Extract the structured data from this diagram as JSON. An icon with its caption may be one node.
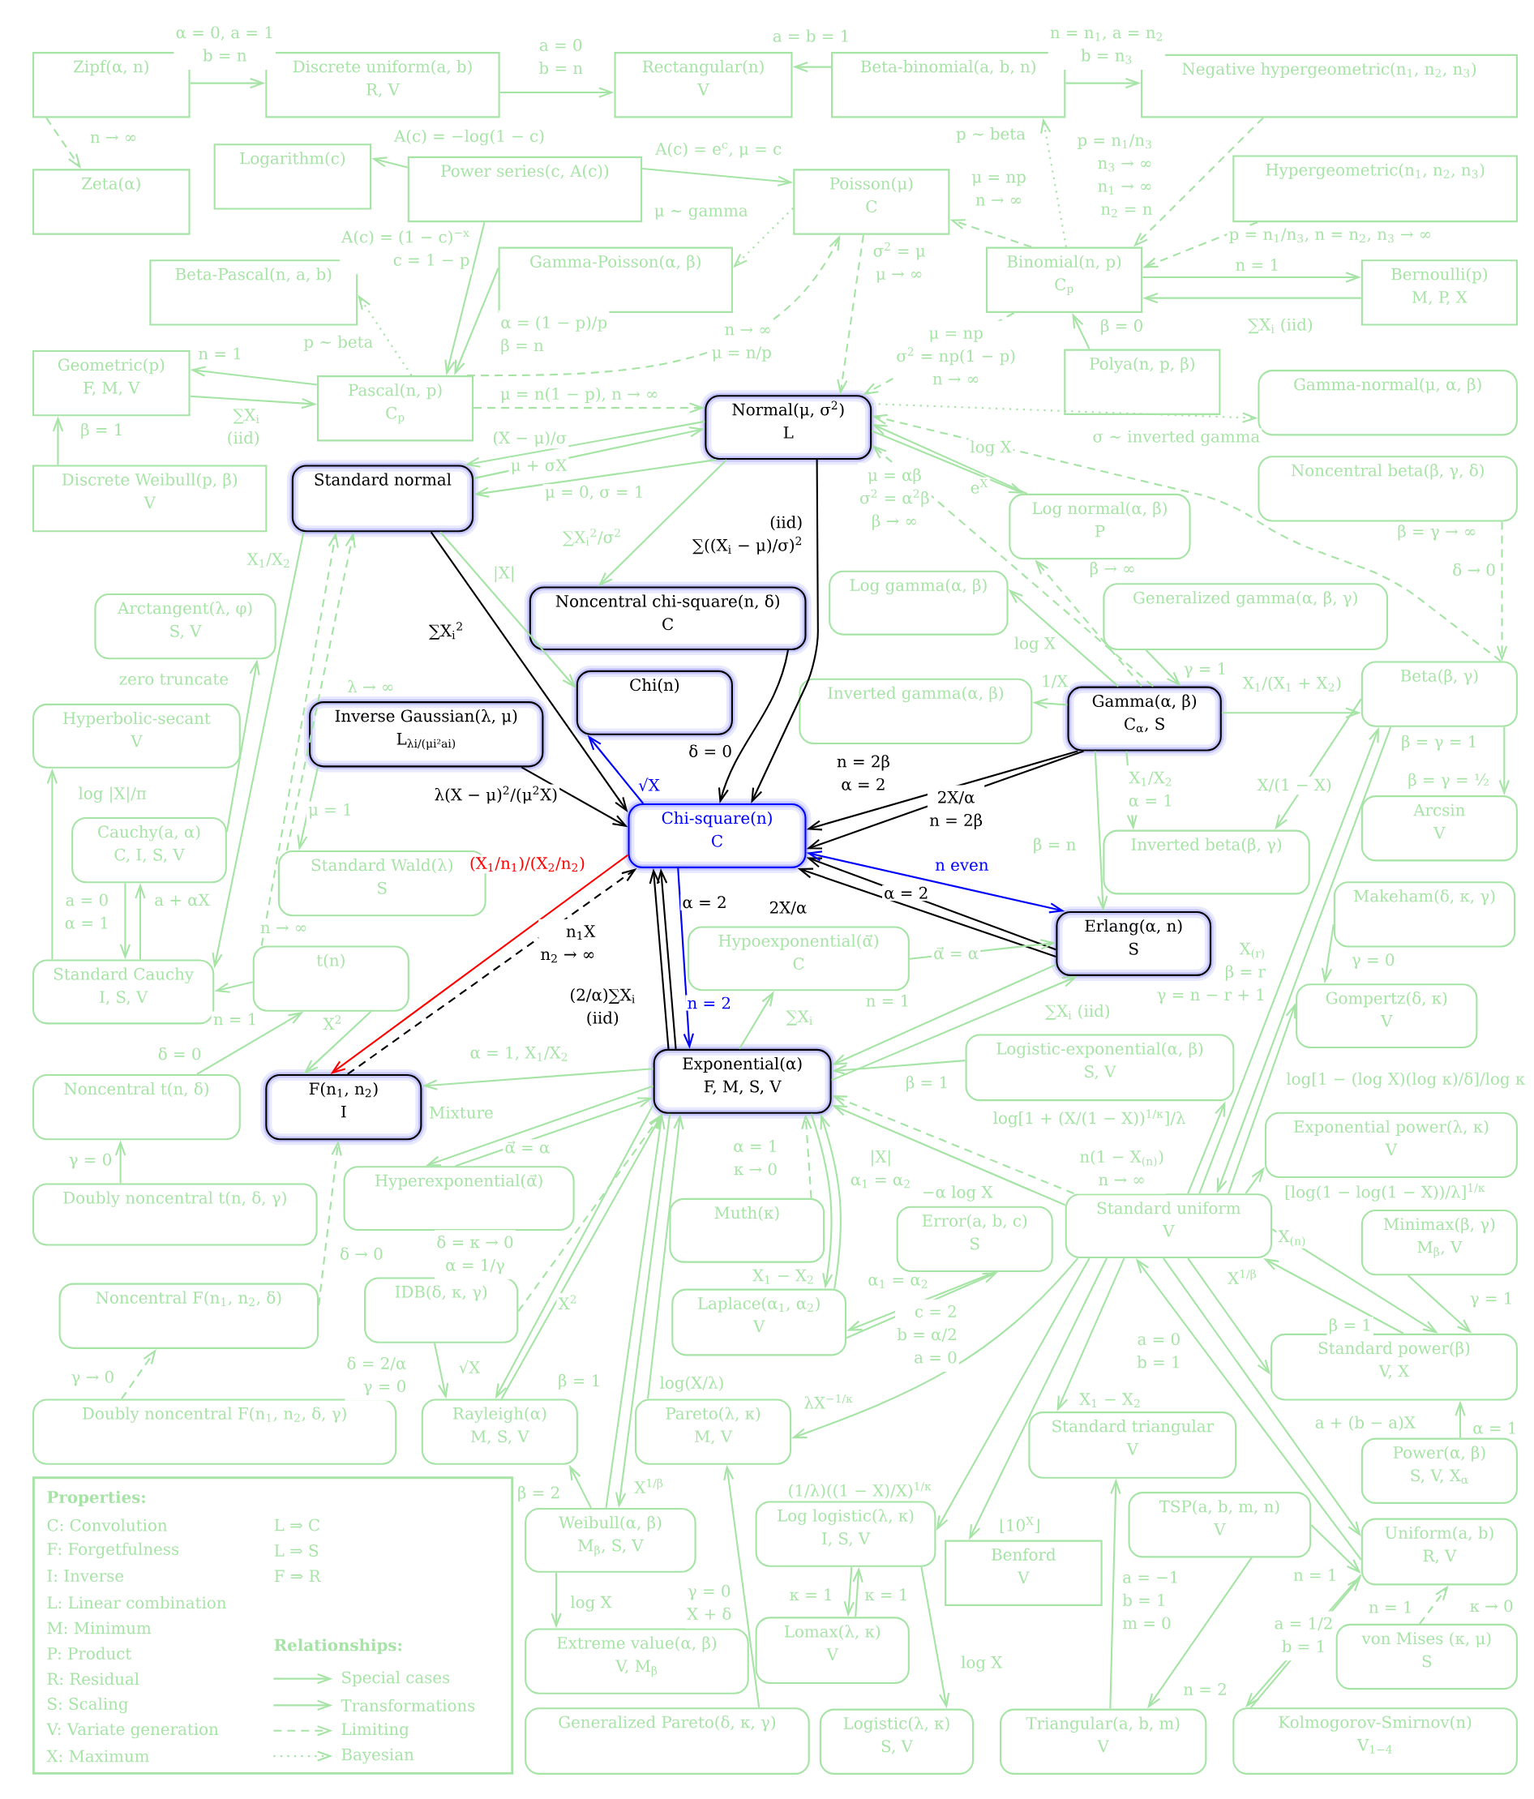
{
  "diagram": {
    "nodes": [
      {
        "text": [
          "Zipf(α, n)"
        ]
      },
      {
        "text": [
          "Discrete uniform(a, b)",
          "R, V"
        ]
      },
      {
        "text": [
          "Rectangular(n)",
          "V"
        ]
      },
      {
        "text": [
          "Beta-binomial(a, b, n)"
        ]
      },
      {
        "text": [
          "Negative hypergeometric(n$_{1}$, n$_{2}$, n$_{3}$)"
        ]
      },
      {
        "text": [
          "Zeta(α)"
        ]
      },
      {
        "text": [
          "Logarithm(c)"
        ]
      },
      {
        "text": [
          "Power series(c, A(c))"
        ]
      },
      {
        "text": [
          "Poisson(μ)",
          "C"
        ]
      },
      {
        "text": [
          "Hypergeometric(n$_{1}$, n$_{2}$, n$_{3}$)"
        ]
      },
      {
        "text": [
          "Beta-Pascal(n, a, b)"
        ]
      },
      {
        "text": [
          "Gamma-Poisson(α, β)"
        ]
      },
      {
        "text": [
          "Binomial(n, p)",
          "C$_{p}$"
        ]
      },
      {
        "text": [
          "Bernoulli(p)",
          "M, P, X"
        ]
      },
      {
        "text": [
          "Geometric(p)",
          "F, M, V"
        ]
      },
      {
        "text": [
          "Pascal(n, p)",
          "C$_{p}$"
        ]
      },
      {
        "text": [
          "Polya(n, p, β)"
        ]
      },
      {
        "text": [
          "Normal(μ, σ$^{2}$)",
          "L"
        ]
      },
      {
        "text": [
          "Gamma-normal(μ, α, β)"
        ]
      },
      {
        "text": [
          "Standard normal"
        ]
      },
      {
        "text": [
          "Discrete Weibull(p, β)",
          "V"
        ]
      },
      {
        "text": [
          "Noncentral beta(β, γ, δ)"
        ]
      },
      {
        "text": [
          "Log normal(α, β)",
          "P"
        ]
      },
      {
        "text": [
          "Log gamma(α, β)"
        ]
      },
      {
        "text": [
          "Generalized gamma(α, β, γ)"
        ]
      },
      {
        "text": [
          "Noncentral chi-square(n, δ)",
          "C"
        ]
      },
      {
        "text": [
          "Arctangent(λ, φ)",
          "S, V"
        ]
      },
      {
        "text": [
          "Chi(n)"
        ]
      },
      {
        "text": [
          "Inverse Gaussian(λ, μ)",
          "L$_{λi/(μi²ai)}$"
        ]
      },
      {
        "text": [
          "Inverted gamma(α, β)"
        ]
      },
      {
        "text": [
          "Gamma(α, β)",
          "C$_{α}$, S"
        ]
      },
      {
        "text": [
          "Beta(β, γ)"
        ]
      },
      {
        "text": [
          "Hyperbolic-secant",
          "V"
        ]
      },
      {
        "text": [
          "Chi-square(n)",
          "C"
        ]
      },
      {
        "text": [
          "Arcsin",
          "V"
        ]
      },
      {
        "text": [
          "Cauchy(a, α)",
          "C, I, S, V"
        ]
      },
      {
        "text": [
          "Standard Wald(λ)",
          "S"
        ]
      },
      {
        "text": [
          "Inverted beta(β, γ)"
        ]
      },
      {
        "text": [
          "Makeham(δ, κ, γ)"
        ]
      },
      {
        "text": [
          "Erlang(α, n)",
          "S"
        ]
      },
      {
        "text": [
          "Hypoexponential(α⃗)",
          "C"
        ]
      },
      {
        "text": [
          "Standard Cauchy",
          "I, S, V"
        ]
      },
      {
        "text": [
          "t(n)"
        ]
      },
      {
        "text": [
          "Gompertz(δ, κ)",
          "V"
        ]
      },
      {
        "text": [
          "Logistic-exponential(α, β)",
          "S, V"
        ]
      },
      {
        "text": [
          "Exponential(α)",
          "F, M, S, V"
        ]
      },
      {
        "text": [
          "F(n$_{1}$, n$_{2}$)",
          "I"
        ]
      },
      {
        "text": [
          "Noncentral t(n, δ)"
        ]
      },
      {
        "text": [
          "Exponential power(λ, κ)",
          "V"
        ]
      },
      {
        "text": [
          "Hyperexponential(α⃗)"
        ]
      },
      {
        "text": [
          "Doubly noncentral t(n, δ, γ)"
        ]
      },
      {
        "text": [
          "Muth(κ)"
        ]
      },
      {
        "text": [
          "Standard uniform",
          "V"
        ]
      },
      {
        "text": [
          "Minimax(β, γ)",
          "M$_{β}$, V"
        ]
      },
      {
        "text": [
          "Error(a, b, c)",
          "S"
        ]
      },
      {
        "text": [
          "Noncentral F(n$_{1}$, n$_{2}$, δ)"
        ]
      },
      {
        "text": [
          "IDB(δ, κ, γ)"
        ]
      },
      {
        "text": [
          "Laplace(α$_{1}$, α$_{2}$)",
          "V"
        ]
      },
      {
        "text": [
          "Standard power(β)",
          "V, X"
        ]
      },
      {
        "text": [
          "Doubly noncentral F(n$_{1}$, n$_{2}$, δ, γ)"
        ]
      },
      {
        "text": [
          "Rayleigh(α)",
          "M, S, V"
        ]
      },
      {
        "text": [
          "Pareto(λ, κ)",
          "M, V"
        ]
      },
      {
        "text": [
          "Standard triangular",
          "V"
        ]
      },
      {
        "text": [
          "Power(α, β)",
          "S, V, X$_{α}$"
        ]
      },
      {
        "text": [
          "TSP(a, b, m, n)",
          "V"
        ]
      },
      {
        "text": [
          "Weibull(α, β)",
          "M$_{β}$, S, V"
        ]
      },
      {
        "text": [
          "Log logistic(λ, κ)",
          "I, S, V"
        ]
      },
      {
        "text": [
          "Benford",
          "V"
        ]
      },
      {
        "text": [
          "Uniform(a, b)",
          "R, V"
        ]
      },
      {
        "text": [
          "Extreme value(α, β)",
          "V, M$_{β}$"
        ]
      },
      {
        "text": [
          "Lomax(λ, κ)",
          "V"
        ]
      },
      {
        "text": [
          "von Mises (κ, μ)",
          "S"
        ]
      },
      {
        "text": [
          "Generalized Pareto(δ, κ, γ)"
        ]
      },
      {
        "text": [
          "Logistic(λ, κ)",
          "S, V"
        ]
      },
      {
        "text": [
          "Triangular(a, b, m)",
          "V"
        ]
      },
      {
        "text": [
          "Kolmogorov-Smirnov(n)",
          "V$_{1−4}$"
        ]
      }
    ],
    "edges": [
      {
        "from": 0,
        "to": 1,
        "arrow": "to",
        "label": "α = 0, a = 1 b = n"
      },
      {
        "from": 0,
        "to": 5,
        "arrow": "to",
        "label": "n → ∞",
        "style": "dashed"
      },
      {
        "from": 1,
        "to": 2,
        "arrow": "to",
        "label": "a = 0 b = n"
      },
      {
        "from": 3,
        "to": 2,
        "arrow": "to",
        "label": "a = b = 1"
      },
      {
        "from": 3,
        "to": 4,
        "arrow": "to",
        "label": "n = n$_{1}$, a = n$_{2}$ b = n$_{3}$"
      },
      {
        "from": 7,
        "to": 6,
        "arrow": "to",
        "label": "A(c) = −log(1 − c)"
      },
      {
        "from": 7,
        "to": 8,
        "arrow": "to",
        "label": "A(c) = e$^{c}$, μ = c"
      },
      {
        "from": 7,
        "to": 15,
        "arrow": "to",
        "label": "A(c) = (1 − c)$^{−x}$ c = 1 − p"
      },
      {
        "from": 8,
        "to": 11,
        "arrow": "to",
        "label": "μ ∼ gamma",
        "style": "dashed"
      },
      {
        "from": 11,
        "to": 15,
        "arrow": "to",
        "label": "α = (1 − p)/p β = n"
      },
      {
        "from": 15,
        "to": 10,
        "arrow": "to",
        "label": "p ∼ beta",
        "style": "dashed"
      },
      {
        "from": 15,
        "to": 14,
        "arrow": "to",
        "label": "n = 1"
      },
      {
        "from": 14,
        "to": 15,
        "arrow": "to",
        "label": "∑X$_{i}$ (iid)"
      },
      {
        "from": 15,
        "to": 8,
        "arrow": "to",
        "label": "n → ∞ μ = n/p",
        "style": "dashed"
      },
      {
        "from": 15,
        "to": 17,
        "arrow": "to",
        "label": "μ = n(1 − p), n → ∞",
        "style": "dashed"
      },
      {
        "from": 20,
        "to": 14,
        "arrow": "to",
        "label": "β = 1"
      },
      {
        "from": 12,
        "to": 3,
        "arrow": "to",
        "label": "p ∼ beta",
        "style": "dashed"
      },
      {
        "from": 4,
        "to": 12,
        "arrow": "to",
        "label": "p = n$_{1}$/n$_{3}$ n$_{3}$ → ∞ n$_{1}$ → ∞ n$_{2}$ = n",
        "style": "dashed"
      },
      {
        "from": 9,
        "to": 12,
        "arrow": "to",
        "label": "p = n$_{1}$/n$_{3}$, n = n$_{2}$, n$_{3}$ → ∞",
        "style": "dashed"
      },
      {
        "from": 12,
        "to": 8,
        "arrow": "to",
        "label": "μ = np n → ∞",
        "style": "dashed"
      },
      {
        "from": 12,
        "to": 13,
        "arrow": "to",
        "label": "n = 1"
      },
      {
        "from": 13,
        "to": 12,
        "arrow": "to",
        "label": "∑X$_{i}$ (iid)"
      },
      {
        "from": 16,
        "to": 12,
        "arrow": "to",
        "label": "β = 0"
      },
      {
        "from": 12,
        "to": 17,
        "arrow": "to",
        "label": "μ = np σ$^{2}$ = np(1 − p) n → ∞",
        "style": "dashed"
      },
      {
        "from": 8,
        "to": 17,
        "arrow": "to",
        "label": "σ$^{2}$ = μ μ → ∞",
        "style": "dashed"
      },
      {
        "from": 17,
        "to": 18,
        "arrow": "to",
        "label": "σ ∼ inverted gamma",
        "style": "dashed"
      },
      {
        "from": 31,
        "to": 17,
        "arrow": "to",
        "label": "β = γ → ∞",
        "style": "dashed"
      },
      {
        "from": 21,
        "to": 31,
        "arrow": "to",
        "label": "δ → 0",
        "style": "dashed"
      },
      {
        "from": 22,
        "to": 17,
        "arrow": "to",
        "label": "log X"
      },
      {
        "from": 17,
        "to": 22,
        "arrow": "to",
        "label": "e$^{X}$"
      },
      {
        "from": 17,
        "to": 19,
        "arrow": "to",
        "label": "(X − μ)/σ"
      },
      {
        "from": 19,
        "to": 17,
        "arrow": "to",
        "label": "μ + σX"
      },
      {
        "from": 17,
        "to": 19,
        "arrow": "to",
        "label": "μ = 0, σ = 1"
      },
      {
        "from": 17,
        "to": 25,
        "arrow": "to",
        "label": "∑X$_{i}$$^{2}$/σ$^{2}$"
      },
      {
        "from": 17,
        "to": 33,
        "arrow": "to",
        "label": "(iid) ∑((X$_{i}$ − μ)/σ)$^{2}$",
        "color": "#000000"
      },
      {
        "from": 25,
        "to": 33,
        "arrow": "to",
        "label": "δ = 0",
        "color": "#000000"
      },
      {
        "from": 19,
        "to": 33,
        "arrow": "to",
        "label": "∑X$_{i}$$^{2}$",
        "color": "#000000"
      },
      {
        "from": 19,
        "to": 27,
        "arrow": "to",
        "label": "|X|"
      },
      {
        "from": 33,
        "to": 27,
        "arrow": "to",
        "label": "√X",
        "color": "#0000ff"
      },
      {
        "from": 28,
        "to": 33,
        "arrow": "to",
        "label": "λ(X − μ)$^{2}$/(μ$^{2}$X)",
        "color": "#000000"
      },
      {
        "from": 19,
        "to": 41,
        "arrow": "to",
        "label": "X$_{1}$/X$_{2}$"
      },
      {
        "from": 35,
        "to": 26,
        "arrow": "to",
        "label": "zero truncate"
      },
      {
        "from": 36,
        "to": 19,
        "arrow": "to",
        "label": "λ → ∞",
        "style": "dashed"
      },
      {
        "from": 42,
        "to": 19,
        "arrow": "to",
        "label": "n → ∞",
        "style": "dashed"
      },
      {
        "from": 28,
        "to": 36,
        "arrow": "to",
        "label": "μ = 1"
      },
      {
        "from": 41,
        "to": 32,
        "arrow": "to",
        "label": "log |X|/π"
      },
      {
        "from": 41,
        "to": 35,
        "arrow": "to",
        "label": "a + αX"
      },
      {
        "from": 35,
        "to": 41,
        "arrow": "to",
        "label": "a = 0 α = 1"
      },
      {
        "from": 42,
        "to": 41,
        "arrow": "to",
        "label": "n = 1"
      },
      {
        "from": 42,
        "to": 46,
        "arrow": "to",
        "label": "X$^{2}$"
      },
      {
        "from": 47,
        "to": 42,
        "arrow": "to",
        "label": "δ = 0"
      },
      {
        "from": 50,
        "to": 47,
        "arrow": "to",
        "label": "γ = 0"
      },
      {
        "from": 55,
        "to": 46,
        "arrow": "to",
        "label": "δ → 0",
        "style": "dashed"
      },
      {
        "from": 59,
        "to": 55,
        "arrow": "to",
        "label": "γ → 0",
        "style": "dashed"
      },
      {
        "from": 33,
        "to": 46,
        "arrow": "to",
        "label": "(X$_{1}$/n$_{1}$)/(X$_{2}$/n$_{2}$)",
        "color": "#ff0000"
      },
      {
        "from": 46,
        "to": 33,
        "arrow": "to",
        "label": "n$_{1}$X n$_{2}$ → ∞",
        "style": "dashed",
        "color": "#000000"
      },
      {
        "from": 45,
        "to": 33,
        "arrow": "to",
        "label": "α = 2",
        "color": "#000000"
      },
      {
        "from": 45,
        "to": 33,
        "arrow": "to",
        "label": "(2/α)∑X$_{i}$ (iid)",
        "color": "#000000"
      },
      {
        "from": 33,
        "to": 45,
        "arrow": "to",
        "label": "n = 2",
        "color": "#0000ff"
      },
      {
        "from": 30,
        "to": 33,
        "arrow": "to",
        "label": "n = 2β α = 2",
        "color": "#000000"
      },
      {
        "from": 30,
        "to": 33,
        "arrow": "to",
        "label": "2X/α n = 2β",
        "color": "#000000"
      },
      {
        "from": 30,
        "to": 29,
        "arrow": "to",
        "label": "1/X"
      },
      {
        "from": 30,
        "to": 23,
        "arrow": "to",
        "label": "log X"
      },
      {
        "from": 30,
        "to": 17,
        "arrow": "to",
        "label": "μ = αβ σ$^{2}$ = α$^{2}$β β → ∞",
        "style": "dashed"
      },
      {
        "from": 30,
        "to": 22,
        "arrow": "to",
        "label": "β → ∞",
        "style": "dashed"
      },
      {
        "from": 24,
        "to": 30,
        "arrow": "to",
        "label": "γ = 1"
      },
      {
        "from": 30,
        "to": 31,
        "arrow": "to",
        "label": "X$_{1}$/(X$_{1}$ + X$_{2}$)"
      },
      {
        "from": 30,
        "to": 37,
        "arrow": "to",
        "label": "X$_{1}$/X$_{2}$ α = 1"
      },
      {
        "from": 30,
        "to": 39,
        "arrow": "to",
        "label": "β = n"
      },
      {
        "from": 39,
        "to": 33,
        "arrow": "to",
        "label": "α = 2",
        "color": "#000000"
      },
      {
        "from": 39,
        "to": 33,
        "arrow": "to",
        "label": "2X/α",
        "color": "#000000"
      },
      {
        "from": 33,
        "to": 39,
        "arrow": "both",
        "label": "n even",
        "color": "#0000ff"
      },
      {
        "from": 40,
        "to": 39,
        "arrow": "to",
        "label": "α⃗ = α"
      },
      {
        "from": 45,
        "to": 40,
        "arrow": "to",
        "label": "∑X$_{i}$"
      },
      {
        "from": 39,
        "to": 45,
        "arrow": "to",
        "label": "n = 1"
      },
      {
        "from": 45,
        "to": 39,
        "arrow": "to",
        "label": "∑X$_{i}$ (iid)"
      },
      {
        "from": 44,
        "to": 45,
        "arrow": "to",
        "label": "β = 1"
      },
      {
        "from": 45,
        "to": 46,
        "arrow": "to",
        "label": "α = 1, X$_{1}$/X$_{2}$"
      },
      {
        "from": 45,
        "to": 49,
        "arrow": "to",
        "label": "Mixture"
      },
      {
        "from": 49,
        "to": 45,
        "arrow": "to",
        "label": "α⃗ = α"
      },
      {
        "from": 52,
        "to": 45,
        "arrow": "to",
        "label": "n(1 − X$_{(n)}$) n → ∞",
        "style": "dashed"
      },
      {
        "from": 52,
        "to": 45,
        "arrow": "to",
        "label": "−α log X"
      },
      {
        "from": 51,
        "to": 45,
        "arrow": "to",
        "label": "α = 1 κ → 0",
        "style": "dashed"
      },
      {
        "from": 45,
        "to": 57,
        "arrow": "to",
        "label": "X$_{1}$ − X$_{2}$"
      },
      {
        "from": 57,
        "to": 45,
        "arrow": "to",
        "label": "|X| α$_{1}$ = α$_{2}$"
      },
      {
        "from": 57,
        "to": 54,
        "arrow": "to",
        "label": "α$_{1}$ = α$_{2}$"
      },
      {
        "from": 54,
        "to": 57,
        "arrow": "to",
        "label": "c = 2 b = α/2 a = 0"
      },
      {
        "from": 52,
        "to": 61,
        "arrow": "to",
        "label": "λX$^{−1/κ}$"
      },
      {
        "from": 45,
        "to": 60,
        "arrow": "to",
        "label": "√X"
      },
      {
        "from": 60,
        "to": 45,
        "arrow": "to",
        "label": "X$^{2}$"
      },
      {
        "from": 56,
        "to": 60,
        "arrow": "to",
        "label": "δ = 2/α γ = 0"
      },
      {
        "from": 56,
        "to": 45,
        "arrow": "to",
        "label": "δ = κ → 0 α = 1/γ",
        "style": "dashed"
      },
      {
        "from": 65,
        "to": 45,
        "arrow": "to",
        "label": "β = 1"
      },
      {
        "from": 45,
        "to": 65,
        "arrow": "to",
        "label": "X$^{1/β}$"
      },
      {
        "from": 61,
        "to": 45,
        "arrow": "to",
        "label": "log(X/λ)"
      },
      {
        "from": 65,
        "to": 60,
        "arrow": "to",
        "label": "β = 2"
      },
      {
        "from": 65,
        "to": 69,
        "arrow": "to",
        "label": "log X"
      },
      {
        "from": 72,
        "to": 61,
        "arrow": "to",
        "label": "γ = 0 X + δ"
      },
      {
        "from": 52,
        "to": 66,
        "arrow": "to",
        "label": "(1/λ)((1 − X)/X)$^{1/κ}$"
      },
      {
        "from": 52,
        "to": 67,
        "arrow": "to",
        "label": "⌊10$^{X}$⌋"
      },
      {
        "from": 52,
        "to": 62,
        "arrow": "to",
        "label": "X$_{1}$ − X$_{2}$"
      },
      {
        "from": 66,
        "to": 70,
        "arrow": "to",
        "label": "κ = 1"
      },
      {
        "from": 70,
        "to": 66,
        "arrow": "to",
        "label": "κ = 1"
      },
      {
        "from": 66,
        "to": 73,
        "arrow": "to",
        "label": "log X"
      },
      {
        "from": 74,
        "to": 62,
        "arrow": "to",
        "label": "a = −1 b = 1 m = 0"
      },
      {
        "from": 64,
        "to": 74,
        "arrow": "to",
        "label": "n = 2"
      },
      {
        "from": 52,
        "to": 68,
        "arrow": "to",
        "label": "a + (b − a)X"
      },
      {
        "from": 68,
        "to": 52,
        "arrow": "to",
        "label": "a = 0 b = 1"
      },
      {
        "from": 64,
        "to": 68,
        "arrow": "to",
        "label": "n = 1"
      },
      {
        "from": 52,
        "to": 58,
        "arrow": "to",
        "label": "X$^{1/β}$"
      },
      {
        "from": 52,
        "to": 58,
        "arrow": "to",
        "label": "X$_{(n)}$"
      },
      {
        "from": 58,
        "to": 52,
        "arrow": "to",
        "label": "β = 1"
      },
      {
        "from": 53,
        "to": 58,
        "arrow": "to",
        "label": "γ = 1"
      },
      {
        "from": 63,
        "to": 58,
        "arrow": "to",
        "label": "α = 1"
      },
      {
        "from": 71,
        "to": 68,
        "arrow": "to",
        "label": "κ → 0",
        "style": "dashed"
      },
      {
        "from": 75,
        "to": 68,
        "arrow": "to",
        "label": "n = 1"
      },
      {
        "from": 68,
        "to": 75,
        "arrow": "to",
        "label": "a = 1/2 b = 1"
      },
      {
        "from": 31,
        "to": 34,
        "arrow": "to",
        "label": "β = γ = ½"
      },
      {
        "from": 31,
        "to": 52,
        "arrow": "to",
        "label": "β = γ = 1"
      },
      {
        "from": 52,
        "to": 31,
        "arrow": "to",
        "label": "X$_{(r)}$ β = r γ = n − r + 1"
      },
      {
        "from": 31,
        "to": 37,
        "arrow": "to",
        "label": "X/(1 − X)"
      },
      {
        "from": 52,
        "to": 44,
        "arrow": "to",
        "label": "log[1 + (X/(1 − X))$^{1/κ}$]/λ"
      },
      {
        "from": 52,
        "to": 43,
        "arrow": "to",
        "label": "log[1 − (log X)(log κ)/δ]/log κ"
      },
      {
        "from": 52,
        "to": 48,
        "arrow": "to",
        "label": "[log(1 − log(1 − X))/λ]$^{1/κ}$"
      },
      {
        "from": 38,
        "to": 43,
        "arrow": "to",
        "label": "γ = 0"
      }
    ],
    "labels": [
      "Properties:",
      "C: Convolution",
      "L ⇒ C",
      "F: Forgetfulness",
      "L ⇒ S",
      "I: Inverse",
      "F ⇒ R",
      "L: Linear combination",
      "M: Minimum",
      "P: Product",
      "Relationships:",
      "R: Residual",
      "S: Scaling",
      "V: Variate generation",
      "X: Maximum"
    ],
    "legend": [
      {
        "text": "Special cases"
      },
      {
        "text": "Transformations"
      },
      {
        "text": "Limiting"
      },
      {
        "text": "Bayesian"
      }
    ]
  }
}
